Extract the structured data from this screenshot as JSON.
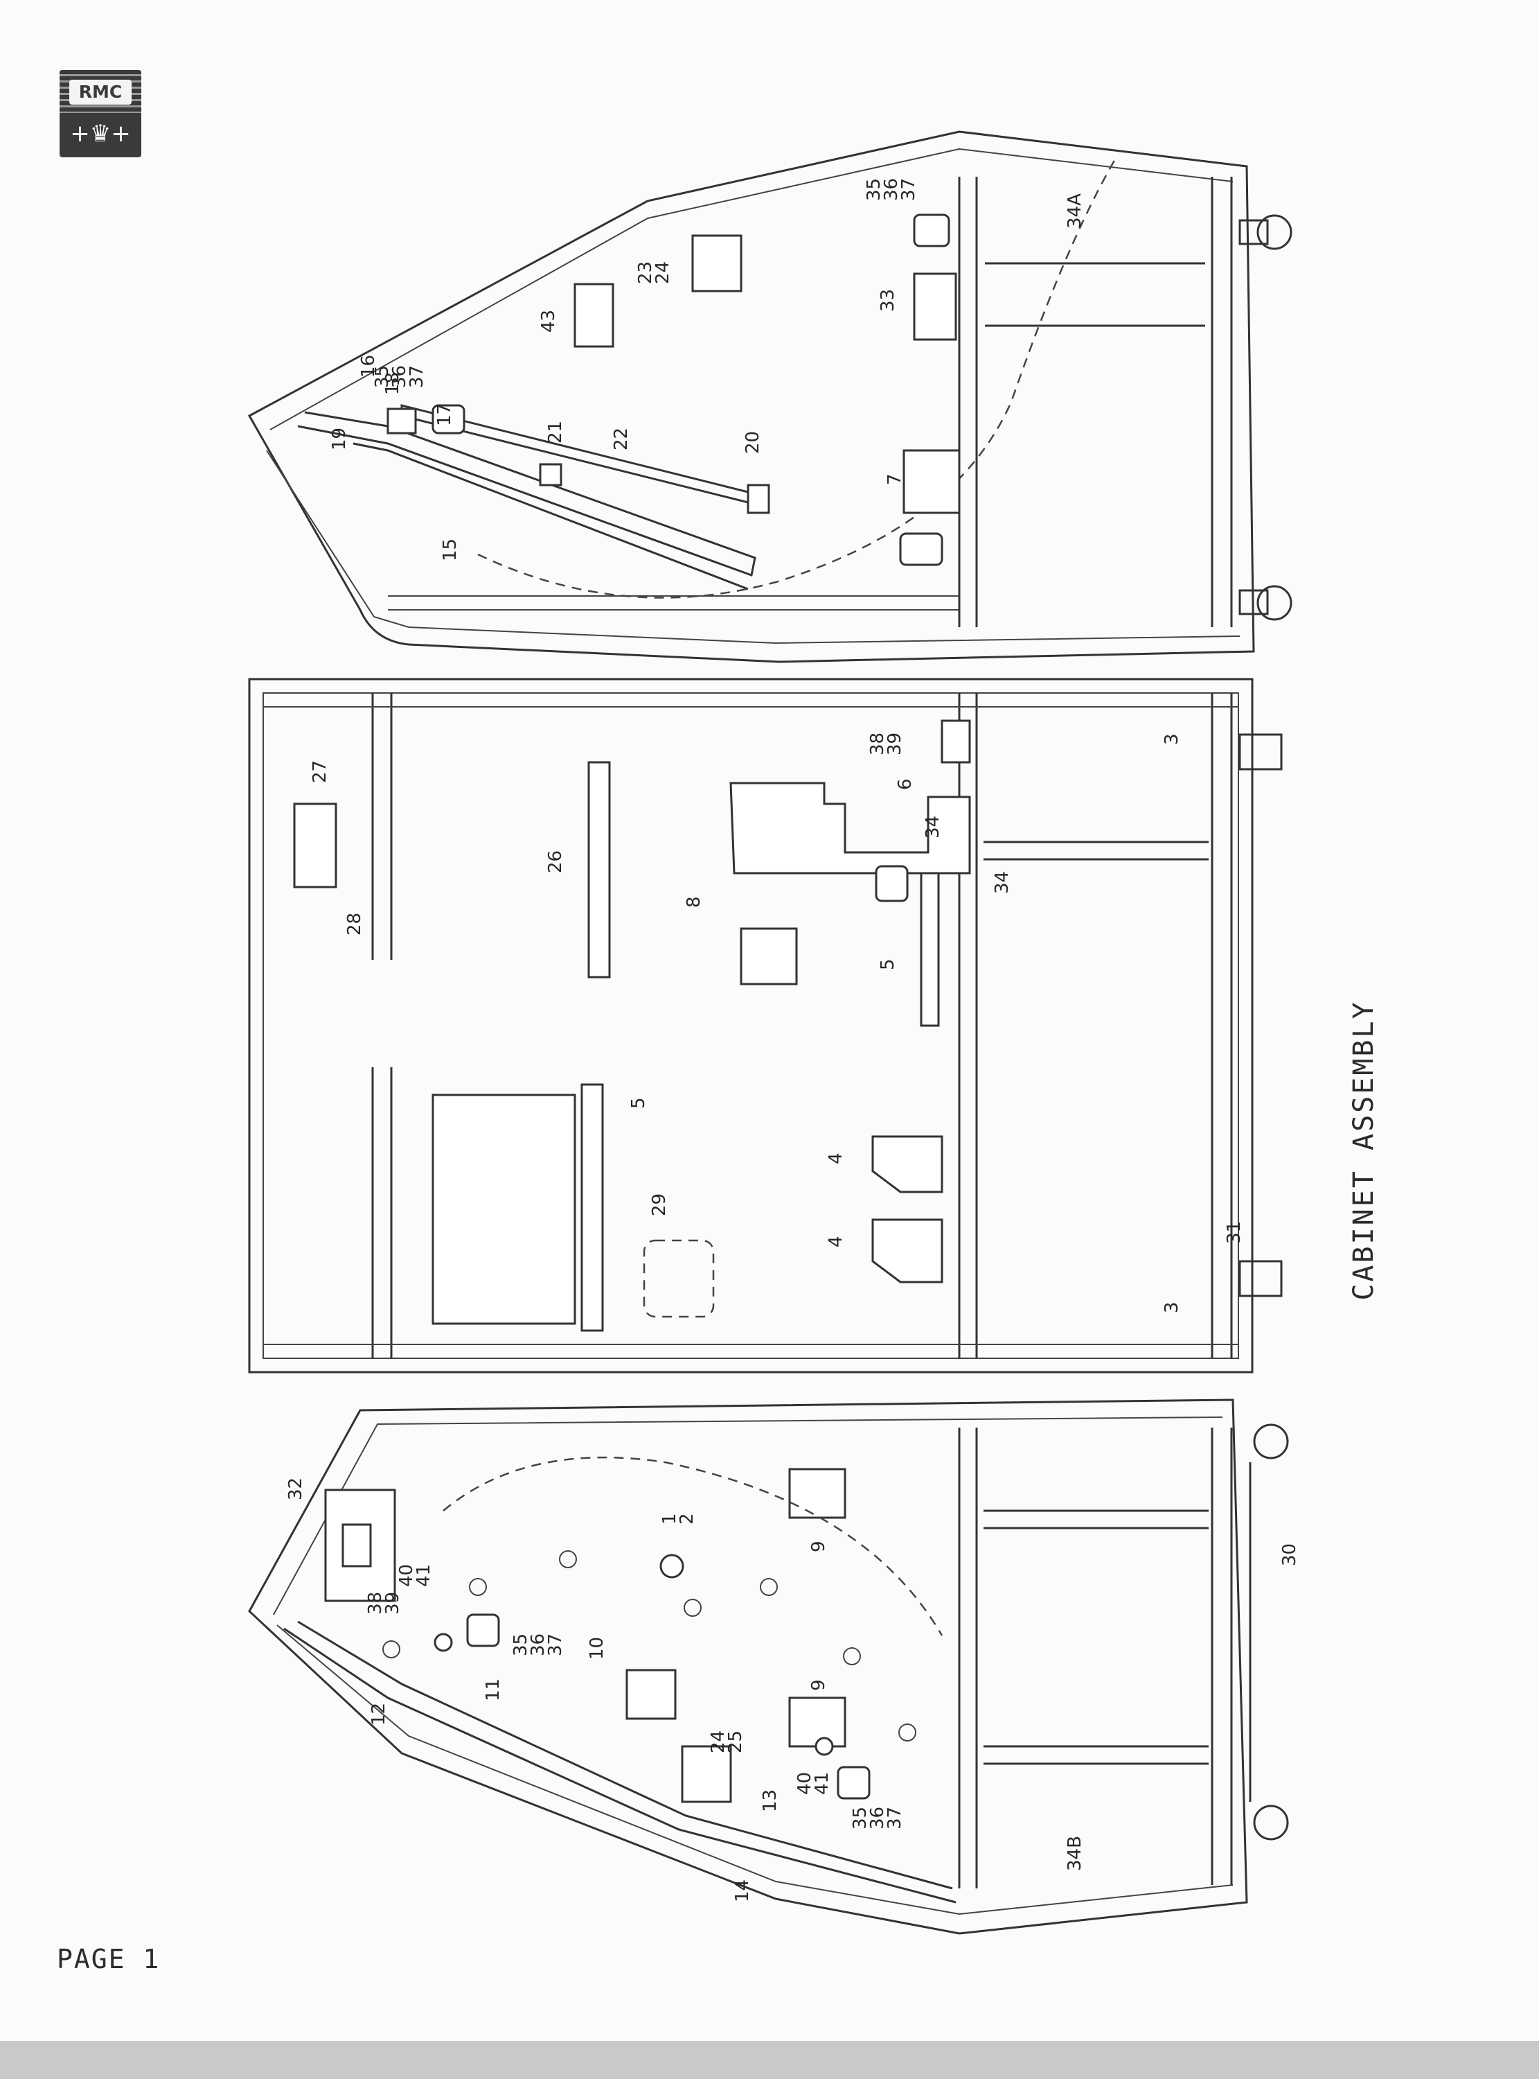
{
  "brand": {
    "logo_text": "RMC",
    "crown_text": "+♛+"
  },
  "footer": {
    "page_label": "PAGE 1"
  },
  "diagram": {
    "title": "CABINET ASSEMBLY",
    "right_panel_labels": [
      "15",
      "16",
      "17",
      "18",
      "19",
      "20",
      "21",
      "22",
      "23",
      "24",
      "33",
      "34A",
      "7",
      "43"
    ],
    "right_panel_stacks": [
      [
        "35",
        "36",
        "37"
      ],
      [
        "35",
        "36",
        "37"
      ]
    ],
    "center_panel_labels": [
      "27",
      "28",
      "26",
      "8",
      "6",
      "34",
      "34",
      "5",
      "5",
      "29",
      "4",
      "4",
      "3",
      "3",
      "31"
    ],
    "center_panel_stacks": [
      [
        "38",
        "39"
      ]
    ],
    "left_panel_labels": [
      "32",
      "1",
      "2",
      "9",
      "9",
      "10",
      "11",
      "12",
      "13",
      "14",
      "24",
      "25",
      "30",
      "34B"
    ],
    "left_panel_stacks": [
      [
        "40",
        "41"
      ],
      [
        "38",
        "39"
      ],
      [
        "35",
        "36",
        "37"
      ],
      [
        "40",
        "41"
      ],
      [
        "35",
        "36",
        "37"
      ]
    ]
  }
}
